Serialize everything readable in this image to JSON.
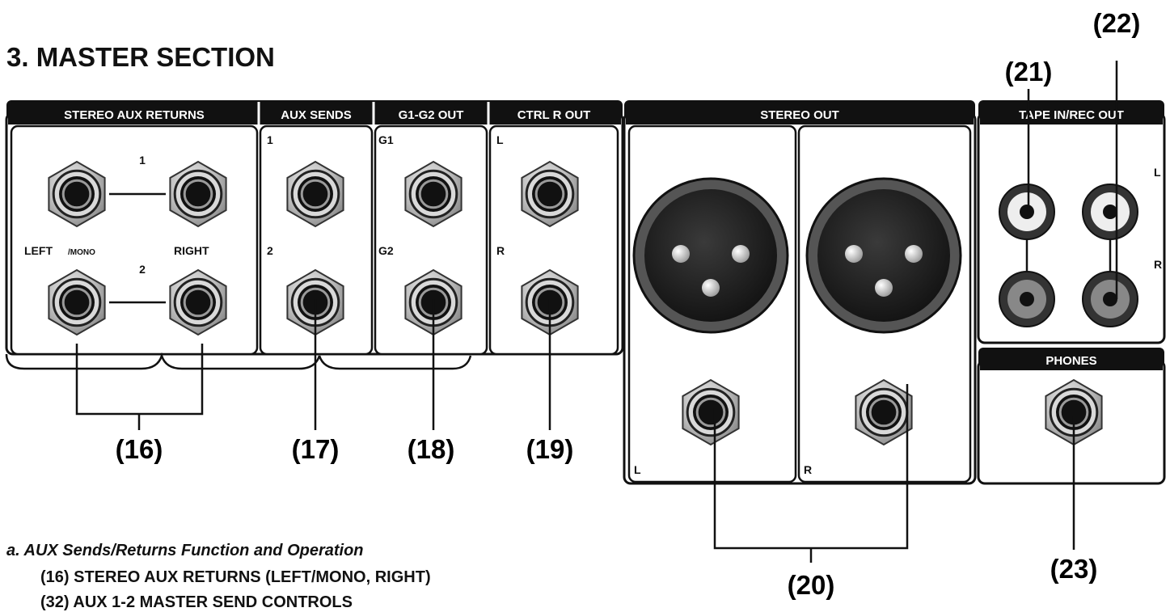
{
  "title": "3. MASTER SECTION",
  "panel_labels": {
    "stereo_aux_returns": "STEREO AUX RETURNS",
    "aux_sends": "AUX SENDS",
    "g1_g2_out": "G1-G2 OUT",
    "ctrl_r_out": "CTRL R OUT",
    "stereo_out": "STEREO OUT",
    "tape_in_rec_out": "TAPE IN/REC OUT",
    "phones": "PHONES"
  },
  "jack_labels": {
    "aux_return_1": "1",
    "aux_return_2": "2",
    "left_mono_left": "LEFT",
    "left_mono_mono": "/MONO",
    "right": "RIGHT",
    "aux_send_1": "1",
    "aux_send_2": "2",
    "g1": "G1",
    "g2": "G2",
    "ctrl_l": "L",
    "ctrl_r": "R",
    "stereo_l": "L",
    "stereo_r": "R",
    "tape_l": "L",
    "tape_r": "R"
  },
  "callouts": {
    "c16": "(16)",
    "c17": "(17)",
    "c18": "(18)",
    "c19": "(19)",
    "c20": "(20)",
    "c21": "(21)",
    "c22": "(22)",
    "c23": "(23)"
  },
  "section_a": {
    "title": "a. AUX Sends/Returns Function and Operation",
    "items": [
      "(16)  STEREO AUX RETURNS (LEFT/MONO, RIGHT)",
      "(32)  AUX 1-2 MASTER SEND CONTROLS"
    ]
  }
}
